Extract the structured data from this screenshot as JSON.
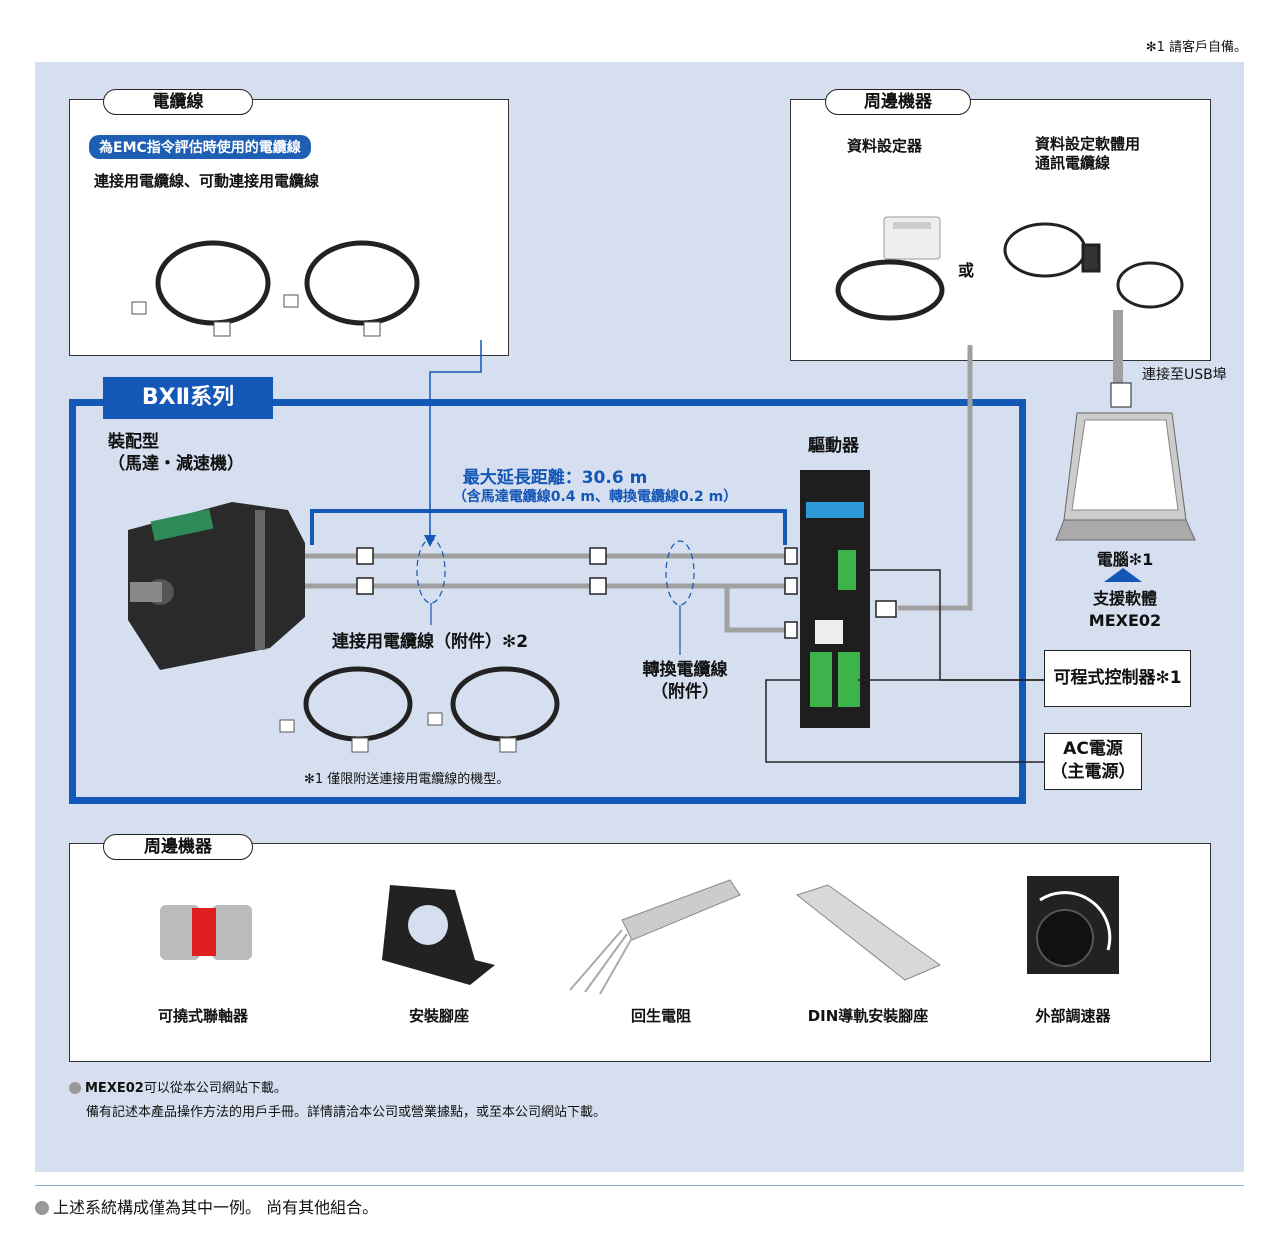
{
  "top_note": "✻1 請客戶自備。",
  "cables_box": {
    "title": "電纜線",
    "emc_badge": "為EMC指令評估時使用的電纜線",
    "subtitle": "連接用電纜線、可動連接用電纜線"
  },
  "peripheral_top": {
    "title": "周邊機器",
    "data_setter": "資料設定器",
    "software_cable_line1": "資料設定軟體用",
    "software_cable_line2": "通訊電纜線",
    "or": "或",
    "usb_label": "連接至USB埠"
  },
  "series": {
    "title": "BXⅡ系列",
    "motor_label_line1": "裝配型",
    "motor_label_line2": "（馬達・減速機）",
    "driver_label": "驅動器",
    "max_length_line1": "最大延長距離：30.6 m",
    "max_length_line2": "（含馬達電纜線0.4 m、轉換電纜線0.2 m）",
    "connection_cable": "連接用電纜線（附件）✻2",
    "conversion_cable_line1": "轉換電纜線",
    "conversion_cable_line2": "（附件）",
    "footnote": "✻1 僅限附送連接用電纜線的機型。"
  },
  "pc": {
    "label": "電腦✻1",
    "support_line1": "支援軟體",
    "support_line2": "MEXE02"
  },
  "plc_label": "可程式控制器✻1",
  "ac_power_line1": "AC電源",
  "ac_power_line2": "（主電源）",
  "peripheral_bottom": {
    "title": "周邊機器",
    "items": [
      "可撓式聯軸器",
      "安裝腳座",
      "回生電阻",
      "DIN導軌安裝腳座",
      "外部調速器"
    ]
  },
  "notes": {
    "mexe_bold": "MEXE02",
    "mexe_rest": "可以從本公司網站下載。",
    "manual": "備有記述本產品操作方法的用戶手冊。詳情請洽本公司或營業據點，或至本公司網站下載。"
  },
  "bottom_note": "上述系統構成僅為其中一例。 尚有其他組合。",
  "colors": {
    "panel": "#d6dff0",
    "accent_blue": "#1357b7",
    "cable_gray": "#a0a0a0"
  }
}
